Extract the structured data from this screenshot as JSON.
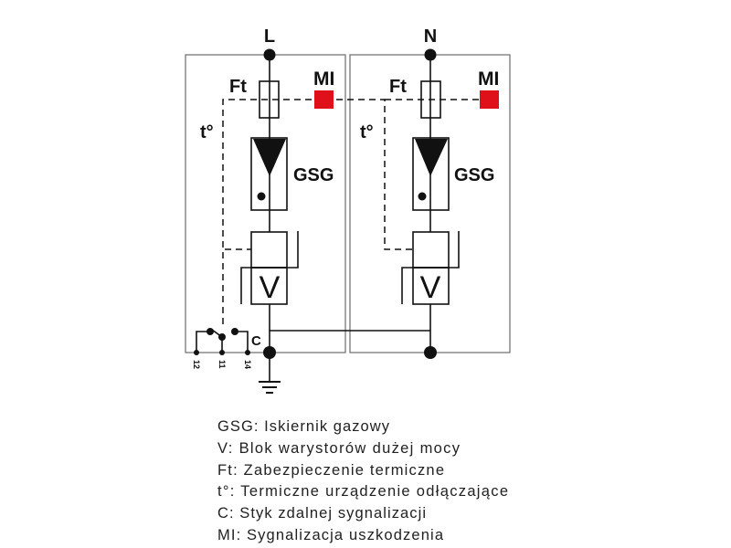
{
  "diagram": {
    "terminals": {
      "line": "L",
      "neutral": "N"
    },
    "labels": {
      "fuse": "Ft",
      "indicator": "MI",
      "thermal": "t°",
      "gas_gap": "GSG",
      "varistor": "V",
      "contact": "C"
    },
    "contact_terminals": [
      "12",
      "11",
      "14"
    ],
    "colors": {
      "indicator": "#e0101a",
      "line": "#111111",
      "box": "#777777"
    }
  },
  "legend": [
    "GSG: Iskiernik gazowy",
    "V: Blok warystorów dużej mocy",
    "Ft: Zabezpieczenie termiczne",
    "t°: Termiczne urządzenie odłączające",
    "C: Styk zdalnej sygnalizacji",
    "MI: Sygnalizacja uszkodzenia"
  ]
}
